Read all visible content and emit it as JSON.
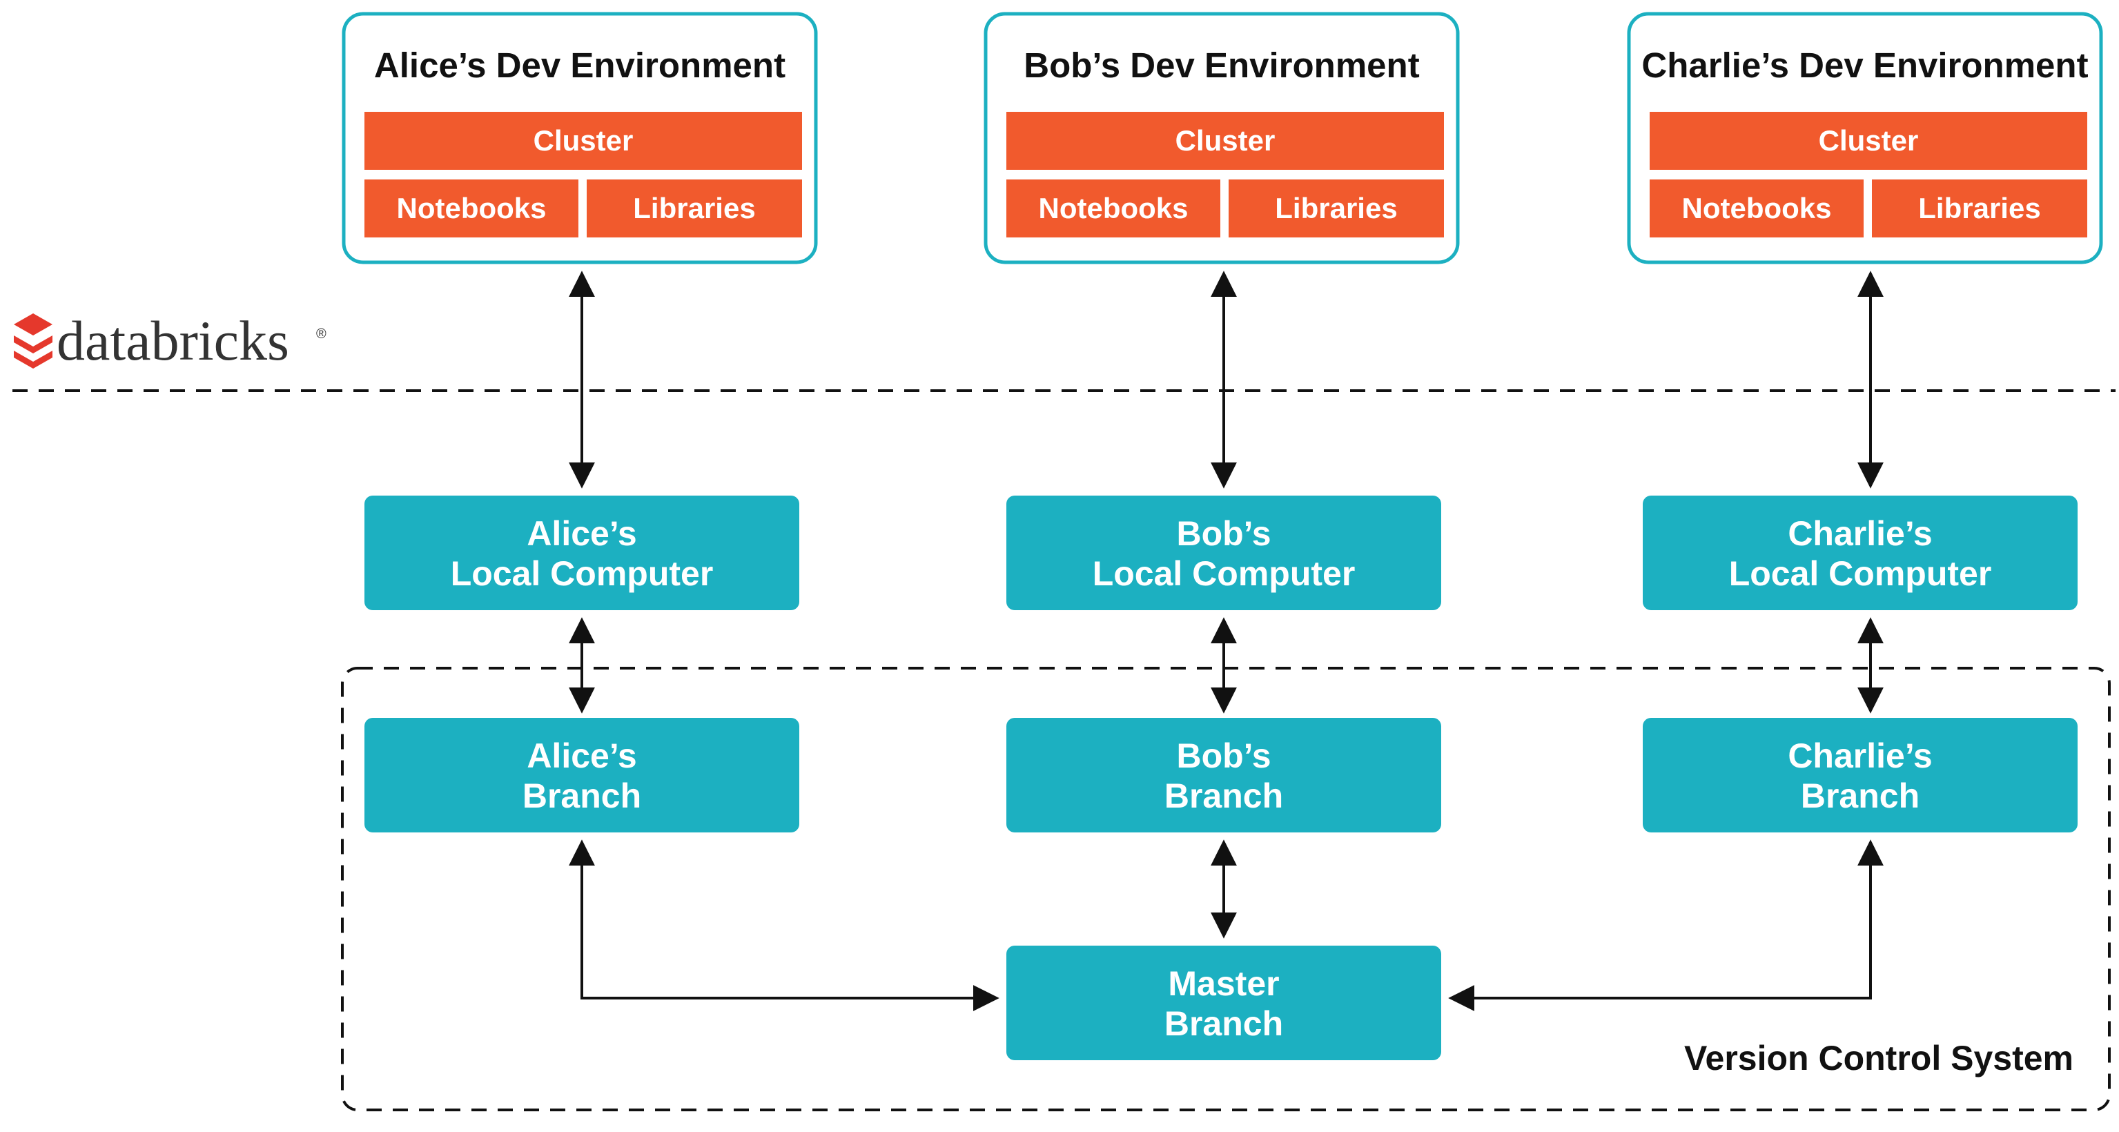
{
  "colors": {
    "orange": "#F15A2D",
    "teal": "#1CB0C1",
    "border": "#1CB0C1",
    "arrow": "#111111",
    "logo_red": "#E5382C"
  },
  "logo": {
    "text": "databricks",
    "mark": "®"
  },
  "environments": [
    {
      "title": "Alice’s Dev Environment",
      "cluster": "Cluster",
      "notebooks": "Notebooks",
      "libraries": "Libraries"
    },
    {
      "title": "Bob’s Dev Environment",
      "cluster": "Cluster",
      "notebooks": "Notebooks",
      "libraries": "Libraries"
    },
    {
      "title": "Charlie’s Dev Environment",
      "cluster": "Cluster",
      "notebooks": "Notebooks",
      "libraries": "Libraries"
    }
  ],
  "local_computers": [
    {
      "line1": "Alice’s",
      "line2": "Local Computer"
    },
    {
      "line1": "Bob’s",
      "line2": "Local Computer"
    },
    {
      "line1": "Charlie’s",
      "line2": "Local Computer"
    }
  ],
  "branches": [
    {
      "line1": "Alice’s",
      "line2": "Branch"
    },
    {
      "line1": "Bob’s",
      "line2": "Branch"
    },
    {
      "line1": "Charlie’s",
      "line2": "Branch"
    }
  ],
  "master": {
    "line1": "Master",
    "line2": "Branch"
  },
  "vcs": {
    "label": "Version Control System"
  }
}
